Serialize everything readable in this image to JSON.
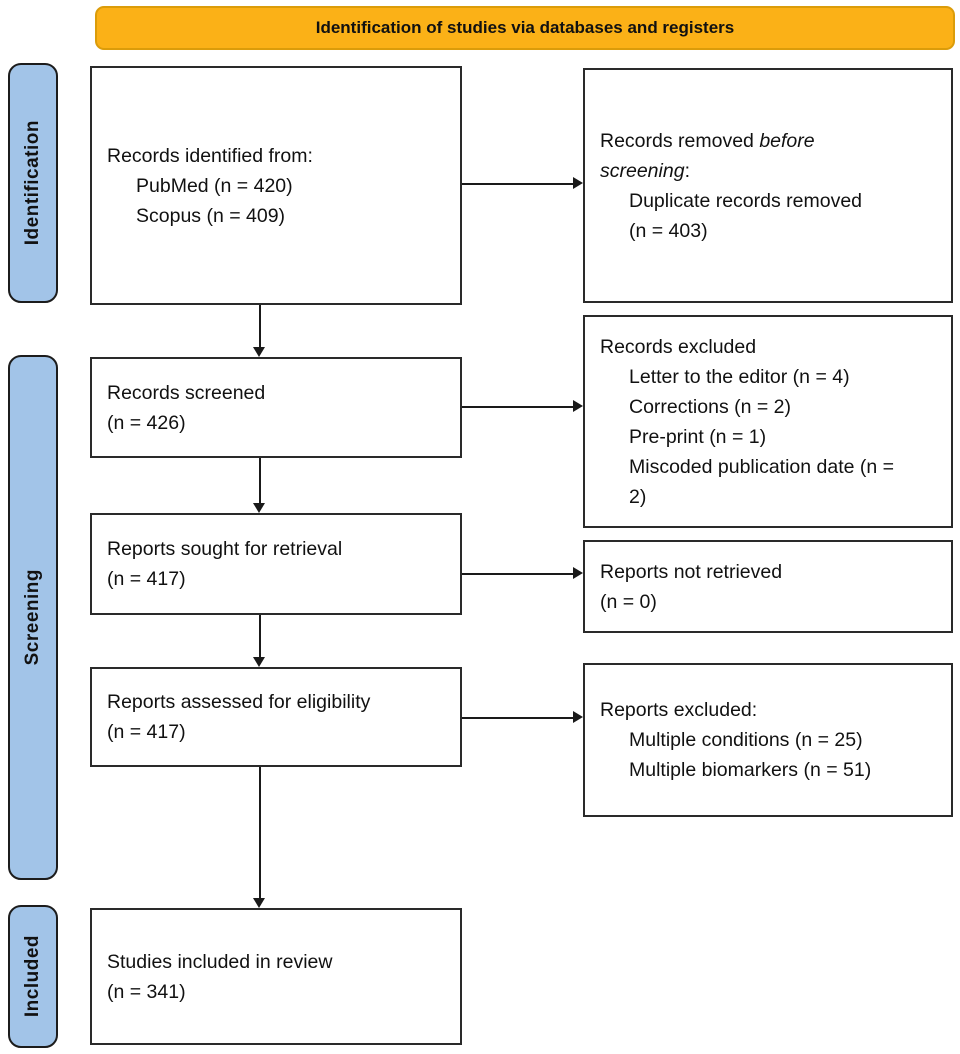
{
  "title": "PRISMA flow diagram",
  "colors": {
    "header_bg": "#FBB117",
    "header_border": "#DB9C0A",
    "stage_bg": "#A2C4E8",
    "arrow": "#1a1a1a"
  },
  "header": {
    "label": "Identification of studies via databases and registers"
  },
  "stages": [
    {
      "id": "identification",
      "label": "Identification"
    },
    {
      "id": "screening",
      "label": "Screening"
    },
    {
      "id": "included",
      "label": "Included"
    }
  ],
  "boxes": {
    "records_identified": {
      "lines": [
        {
          "t": "Records identified from:"
        },
        {
          "t": "PubMed (n = 420)",
          "indent": 1
        },
        {
          "t": "Scopus (n = 409)",
          "indent": 1
        }
      ]
    },
    "records_removed": {
      "lines": [
        {
          "parts": [
            {
              "t": "Records removed "
            },
            {
              "t": "before",
              "i": 1
            }
          ]
        },
        {
          "parts": [
            {
              "t": "screening",
              "i": 1
            },
            {
              "t": ":"
            }
          ]
        },
        {
          "t": "Duplicate records removed",
          "indent": 1
        },
        {
          "t": "(n = 403)",
          "indent": 1
        }
      ]
    },
    "records_screened": {
      "lines": [
        {
          "t": "Records screened"
        },
        {
          "t": "(n = 426)"
        }
      ]
    },
    "records_excluded": {
      "lines": [
        {
          "t": "Records excluded"
        },
        {
          "t": "Letter to the editor (n = 4)",
          "indent": 1
        },
        {
          "t": "Corrections (n = 2)",
          "indent": 1
        },
        {
          "t": "Pre-print (n = 1)",
          "indent": 1
        },
        {
          "t": "Miscoded publication date (n =",
          "indent": 1
        },
        {
          "t": "2)",
          "indent": 1
        }
      ]
    },
    "reports_sought": {
      "lines": [
        {
          "t": "Reports sought for retrieval"
        },
        {
          "t": "(n = 417)"
        }
      ]
    },
    "reports_not_retrieved": {
      "lines": [
        {
          "t": "Reports not retrieved"
        },
        {
          "t": "(n = 0)"
        }
      ]
    },
    "reports_assessed": {
      "lines": [
        {
          "t": "Reports assessed for eligibility"
        },
        {
          "t": "(n = 417)"
        }
      ]
    },
    "reports_excluded": {
      "lines": [
        {
          "t": "Reports excluded:"
        },
        {
          "t": "Multiple conditions (n = 25)",
          "indent": 1
        },
        {
          "t": "Multiple biomarkers (n = 51)",
          "indent": 1
        }
      ]
    },
    "studies_included": {
      "lines": [
        {
          "t": "Studies included in review"
        },
        {
          "t": "(n = 341)"
        }
      ]
    }
  }
}
